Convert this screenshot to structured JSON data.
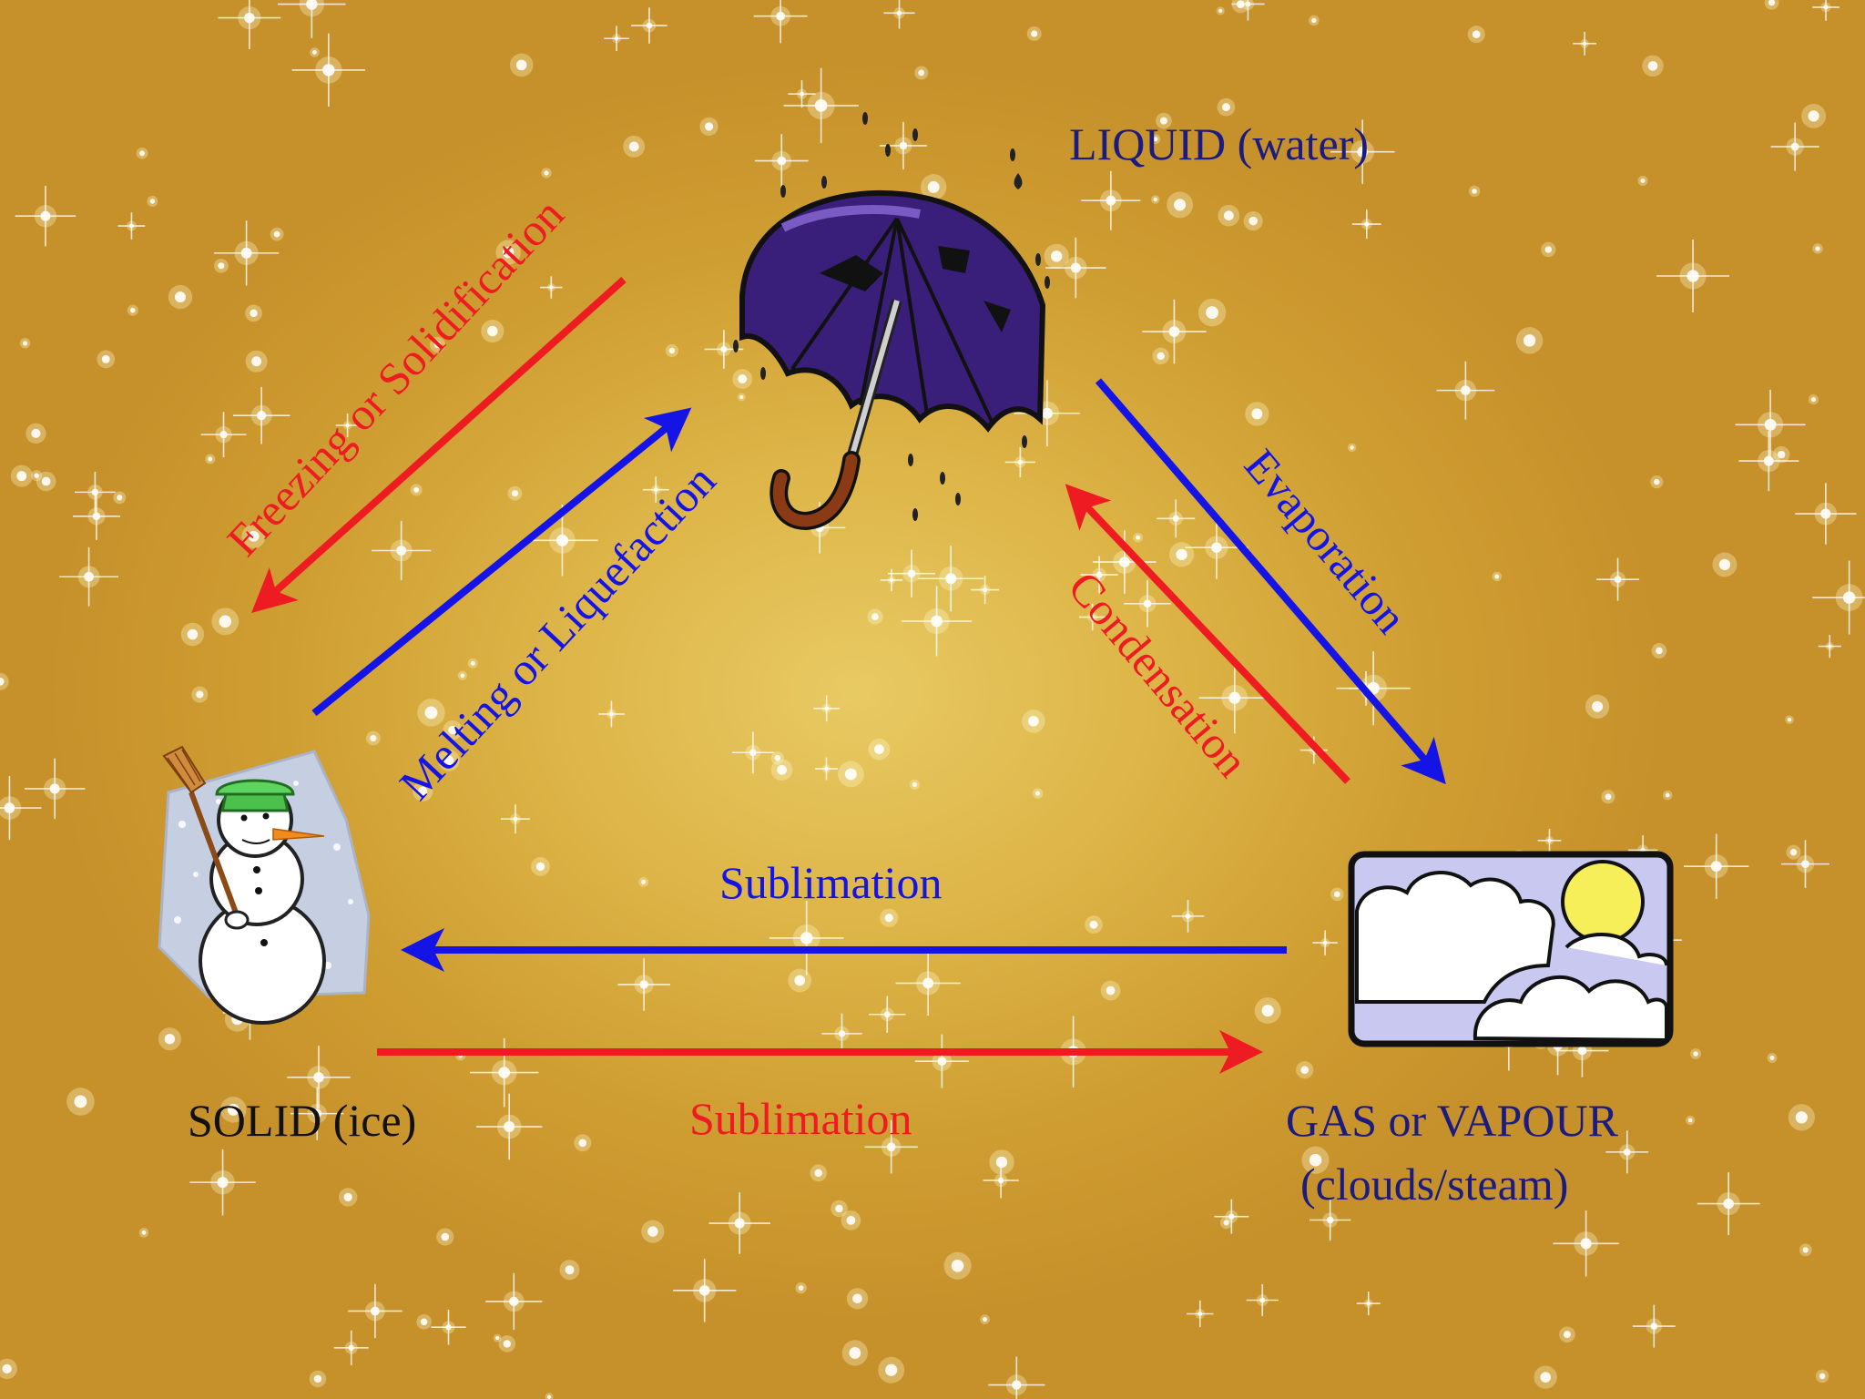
{
  "states": {
    "liquid": "LIQUID (water)",
    "solid": "SOLID (ice)",
    "gas_line1": "GAS or VAPOUR",
    "gas_line2": "(clouds/steam)"
  },
  "processes": {
    "freezing": "Freezing or Solidification",
    "melting": "Melting or Liquefaction",
    "evaporation": "Evaporation",
    "condensation": "Condensation",
    "sublimation_top": "Sublimation",
    "sublimation_bottom": "Sublimation"
  },
  "icons": {
    "liquid": "umbrella-rain-icon",
    "solid": "snowman-icon",
    "gas": "clouds-sun-icon"
  },
  "colors": {
    "heating_arrow": "#1414e6",
    "cooling_arrow": "#ee1b22",
    "state_text": "#1c1c80",
    "background": "#d9aa3c"
  }
}
